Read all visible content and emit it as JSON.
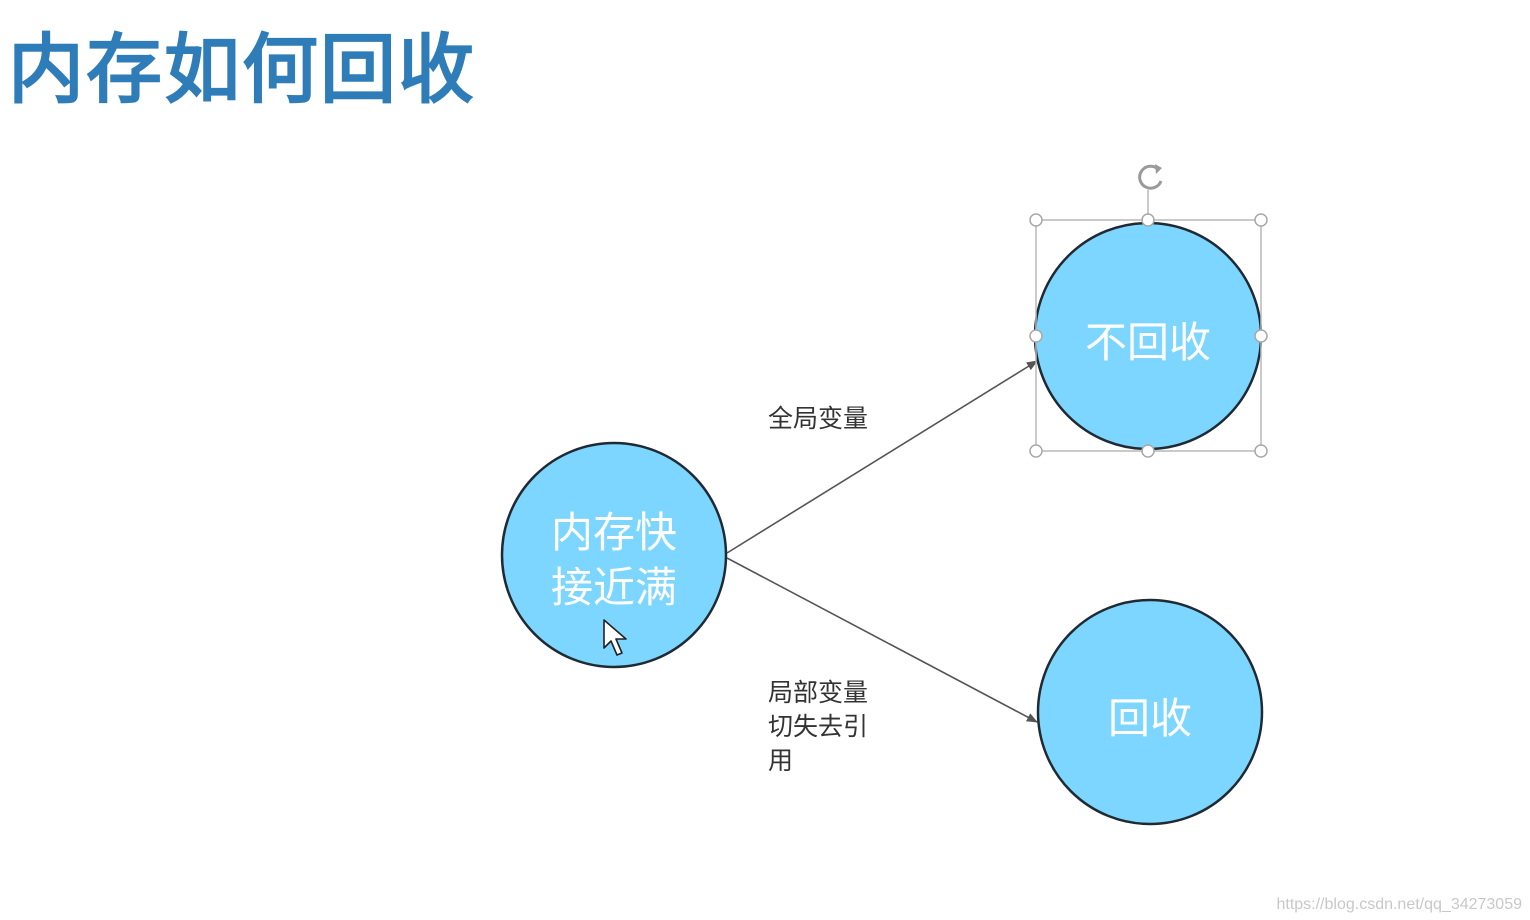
{
  "title": "内存如何回收",
  "colors": {
    "title": "#2F7DB8",
    "node_fill": "#7DD6FF",
    "node_stroke": "#1f2a33",
    "node_text": "#ffffff",
    "edge": "#555555",
    "selection": "#b8b8b8"
  },
  "nodes": {
    "source": {
      "lines": [
        "内存快",
        "接近满"
      ]
    },
    "no_collect": {
      "label": "不回收"
    },
    "collect": {
      "label": "回收"
    }
  },
  "edges": {
    "global": {
      "lines": [
        "全局变量"
      ]
    },
    "local": {
      "lines": [
        "局部变量",
        "切失去引",
        "用"
      ]
    }
  },
  "watermark": "https://blog.csdn.net/qq_34273059"
}
